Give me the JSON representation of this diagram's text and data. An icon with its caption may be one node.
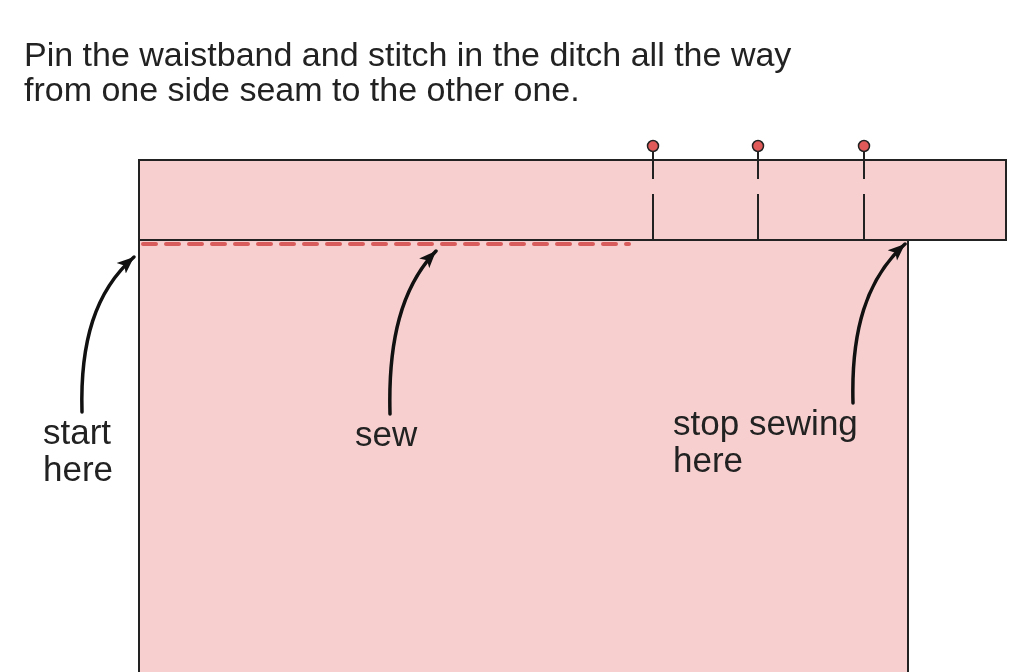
{
  "diagram": {
    "title": "Pin the waistband and stitch in the ditch all the way from one side seam to the other one.",
    "nodes": [
      {
        "text": [],
        "shape": "box"
      },
      {
        "text": [],
        "shape": "box"
      },
      {
        "text": [],
        "shape": "line",
        "in": 1
      },
      {
        "text": [
          "start here"
        ]
      },
      {
        "text": [
          "sew"
        ],
        "in": 1
      },
      {
        "text": [
          "stop sewing here"
        ],
        "in": 1
      }
    ],
    "edges": [
      {
        "from": 3,
        "to": 1,
        "arrow": "to"
      },
      {
        "from": 4,
        "to": 2,
        "arrow": "to"
      },
      {
        "from": 5,
        "to": 1,
        "arrow": "to"
      }
    ]
  }
}
